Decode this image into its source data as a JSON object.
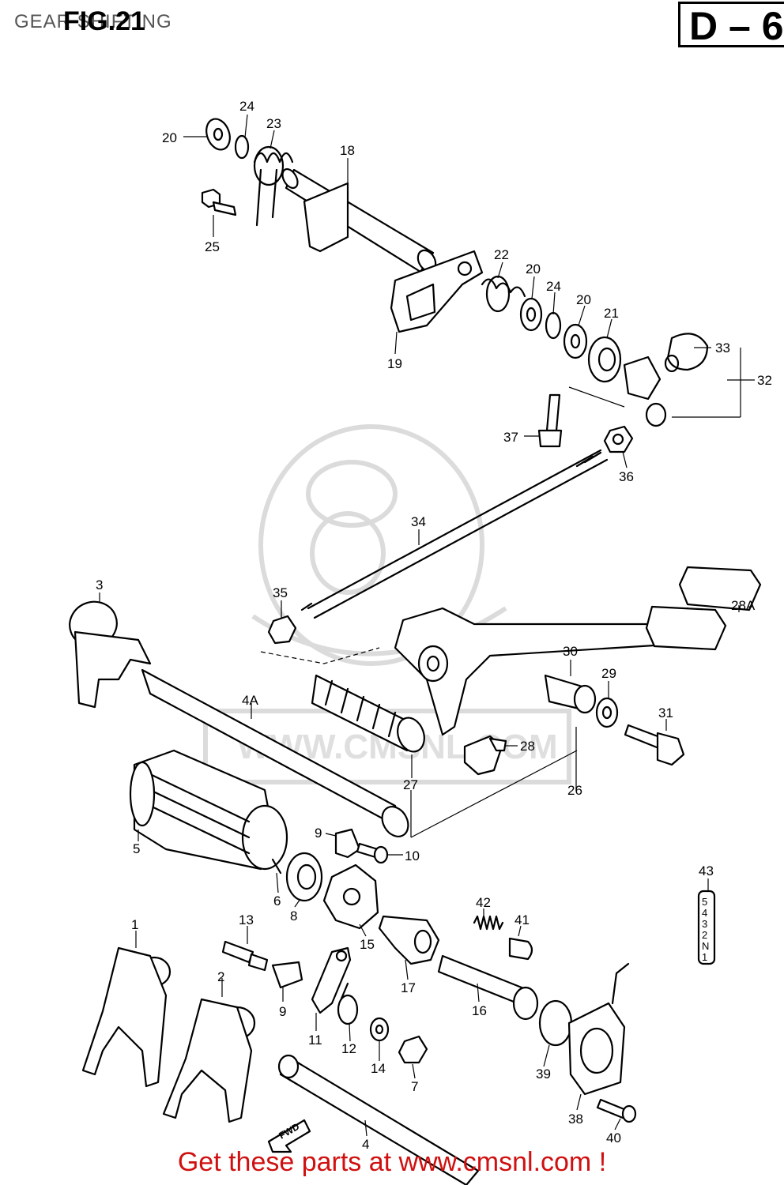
{
  "header": {
    "title": "GEAR SHIFTING",
    "figure": "FIG.21",
    "page_code": "D – 6"
  },
  "watermark": {
    "text": "WWW.CMSNL.COM"
  },
  "footer": {
    "link_text": "Get these parts at www.cmsnl.com !"
  },
  "callouts": [
    {
      "id": "c20a",
      "label": "20"
    },
    {
      "id": "c24a",
      "label": "24"
    },
    {
      "id": "c23",
      "label": "23"
    },
    {
      "id": "c18",
      "label": "18"
    },
    {
      "id": "c25",
      "label": "25"
    },
    {
      "id": "c22",
      "label": "22"
    },
    {
      "id": "c20b",
      "label": "20"
    },
    {
      "id": "c24b",
      "label": "24"
    },
    {
      "id": "c20c",
      "label": "20"
    },
    {
      "id": "c21",
      "label": "21"
    },
    {
      "id": "c33",
      "label": "33"
    },
    {
      "id": "c32",
      "label": "32"
    },
    {
      "id": "c19",
      "label": "19"
    },
    {
      "id": "c37",
      "label": "37"
    },
    {
      "id": "c36",
      "label": "36"
    },
    {
      "id": "c34",
      "label": "34"
    },
    {
      "id": "c3",
      "label": "3"
    },
    {
      "id": "c35",
      "label": "35"
    },
    {
      "id": "c28A",
      "label": "28A"
    },
    {
      "id": "c30",
      "label": "30"
    },
    {
      "id": "c29",
      "label": "29"
    },
    {
      "id": "c4A",
      "label": "4A"
    },
    {
      "id": "c31",
      "label": "31"
    },
    {
      "id": "c28",
      "label": "28"
    },
    {
      "id": "c27",
      "label": "27"
    },
    {
      "id": "c26",
      "label": "26"
    },
    {
      "id": "c5",
      "label": "5"
    },
    {
      "id": "c9a",
      "label": "9"
    },
    {
      "id": "c10",
      "label": "10"
    },
    {
      "id": "c6",
      "label": "6"
    },
    {
      "id": "c8",
      "label": "8"
    },
    {
      "id": "c43",
      "label": "43"
    },
    {
      "id": "c1",
      "label": "1"
    },
    {
      "id": "c13",
      "label": "13"
    },
    {
      "id": "c15",
      "label": "15"
    },
    {
      "id": "c42",
      "label": "42"
    },
    {
      "id": "c41",
      "label": "41"
    },
    {
      "id": "c17",
      "label": "17"
    },
    {
      "id": "c2",
      "label": "2"
    },
    {
      "id": "c9b",
      "label": "9"
    },
    {
      "id": "c11",
      "label": "11"
    },
    {
      "id": "c12",
      "label": "12"
    },
    {
      "id": "c14",
      "label": "14"
    },
    {
      "id": "c7",
      "label": "7"
    },
    {
      "id": "c16",
      "label": "16"
    },
    {
      "id": "c39",
      "label": "39"
    },
    {
      "id": "c38",
      "label": "38"
    },
    {
      "id": "c40",
      "label": "40"
    },
    {
      "id": "c4",
      "label": "4"
    }
  ],
  "gear_indicator_labels": [
    "5",
    "4",
    "3",
    "2",
    "N",
    "1"
  ],
  "direction_label": "FWD"
}
